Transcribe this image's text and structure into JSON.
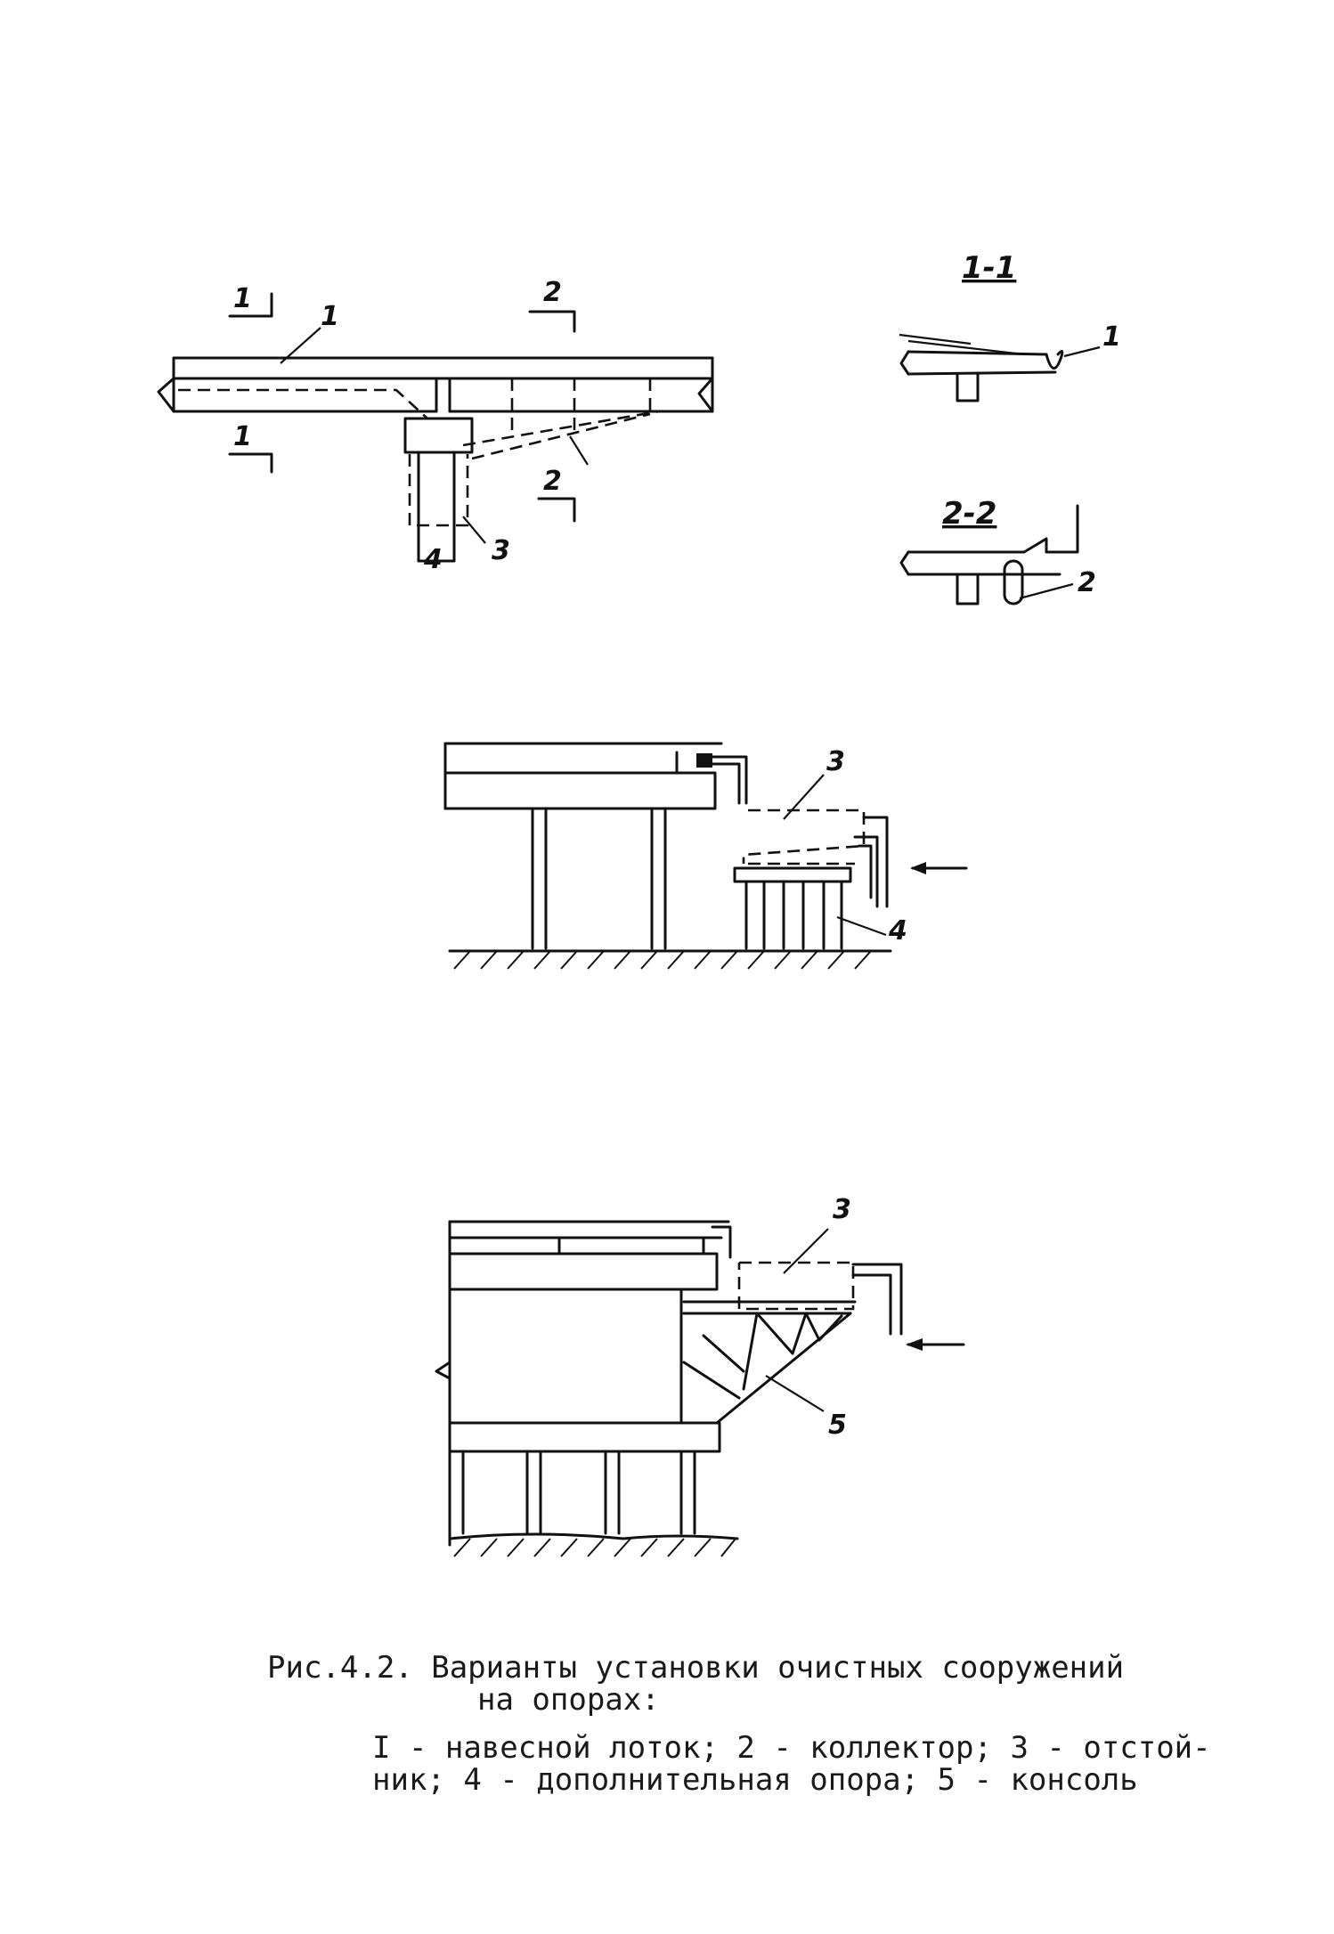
{
  "figure": {
    "top_plan": {
      "section_marks": [
        "1",
        "1",
        "2",
        "2"
      ],
      "callouts": [
        "1",
        "3",
        "4"
      ]
    },
    "section_1_1": {
      "title": "1-1",
      "callouts": [
        "1"
      ]
    },
    "section_2_2": {
      "title": "2-2",
      "callouts": [
        "2"
      ]
    },
    "middle_view": {
      "callouts": [
        "3",
        "4"
      ]
    },
    "bottom_view": {
      "callouts": [
        "3",
        "5"
      ]
    }
  },
  "caption": {
    "line1": "Рис.4.2. Варианты установки очистных сооружений",
    "line2": "на опорах:",
    "line3": "I - навесной лоток; 2 - коллектор; 3 - отстой-",
    "line4": "ник; 4 - дополнительная опора; 5 - консоль"
  }
}
